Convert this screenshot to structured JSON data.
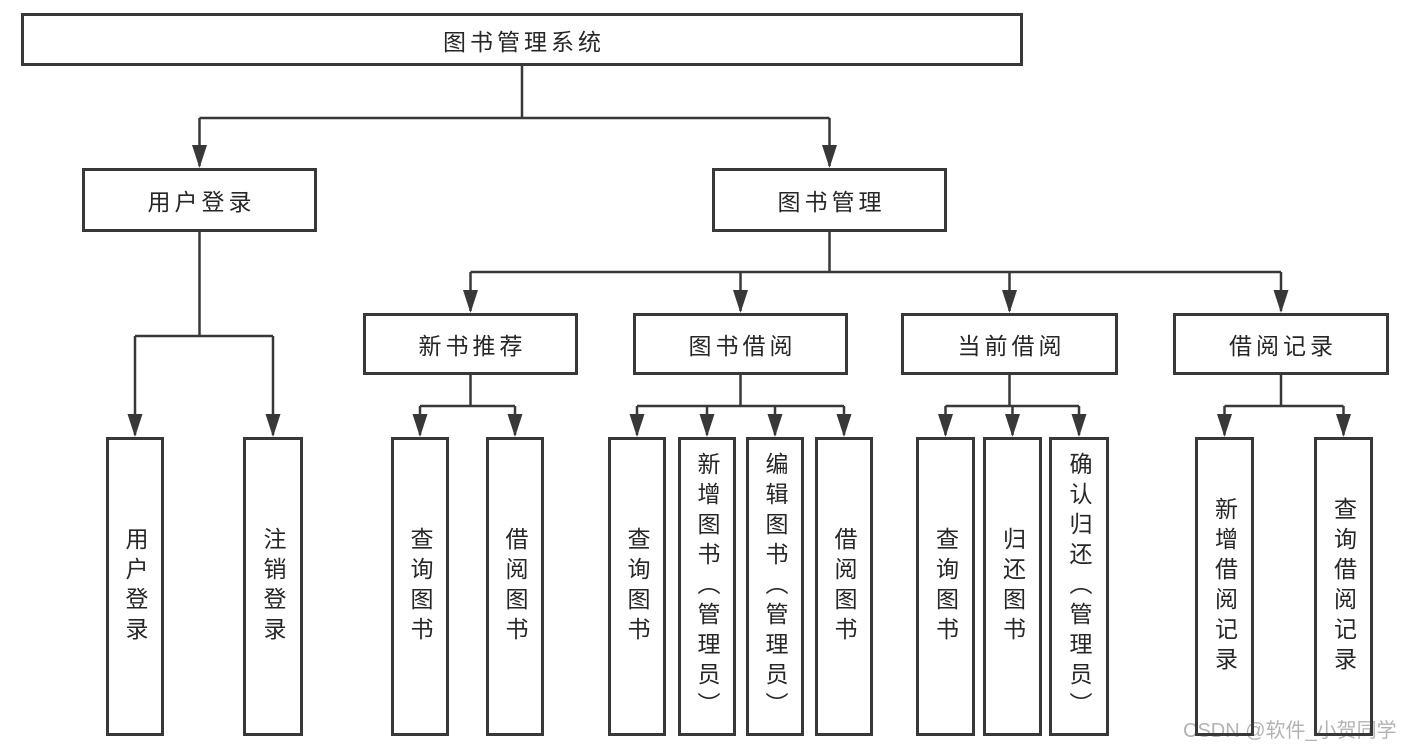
{
  "diagram": {
    "nodes": {
      "root": {
        "label": "图书管理系统"
      },
      "user_login": {
        "label": "用户登录"
      },
      "book_mgmt": {
        "label": "图书管理"
      },
      "new_book_rec": {
        "label": "新书推荐"
      },
      "book_borrow": {
        "label": "图书借阅"
      },
      "current_borrow": {
        "label": "当前借阅"
      },
      "borrow_records": {
        "label": "借阅记录"
      },
      "leaf_user_login": {
        "label": "用户登录"
      },
      "leaf_logout": {
        "label": "注销登录"
      },
      "leaf_query_book_1": {
        "label": "查询图书"
      },
      "leaf_borrow_book_1": {
        "label": "借阅图书"
      },
      "leaf_query_book_2": {
        "label": "查询图书"
      },
      "leaf_add_book": {
        "label": "新增图书（管理员）"
      },
      "leaf_edit_book": {
        "label": "编辑图书（管理员）"
      },
      "leaf_borrow_book_2": {
        "label": "借阅图书"
      },
      "leaf_query_book_3": {
        "label": "查询图书"
      },
      "leaf_return_book": {
        "label": "归还图书"
      },
      "leaf_confirm_return": {
        "label": "确认归还（管理员）"
      },
      "leaf_add_record": {
        "label": "新增借阅记录"
      },
      "leaf_query_record": {
        "label": "查询借阅记录"
      }
    },
    "structure": {
      "root": "图书管理系统",
      "children": [
        {
          "label": "用户登录",
          "children": [
            "用户登录",
            "注销登录"
          ]
        },
        {
          "label": "图书管理",
          "children": [
            {
              "label": "新书推荐",
              "children": [
                "查询图书",
                "借阅图书"
              ]
            },
            {
              "label": "图书借阅",
              "children": [
                "查询图书",
                "新增图书（管理员）",
                "编辑图书（管理员）",
                "借阅图书"
              ]
            },
            {
              "label": "当前借阅",
              "children": [
                "查询图书",
                "归还图书",
                "确认归还（管理员）"
              ]
            },
            {
              "label": "借阅记录",
              "children": [
                "新增借阅记录",
                "查询借阅记录"
              ]
            }
          ]
        }
      ]
    },
    "colors": {
      "line": "#383838",
      "box_border": "#383838",
      "text": "#262626",
      "background": "#ffffff"
    }
  },
  "watermark": {
    "text": "CSDN @软件_小贺同学",
    "color": "#b3b3b3"
  }
}
